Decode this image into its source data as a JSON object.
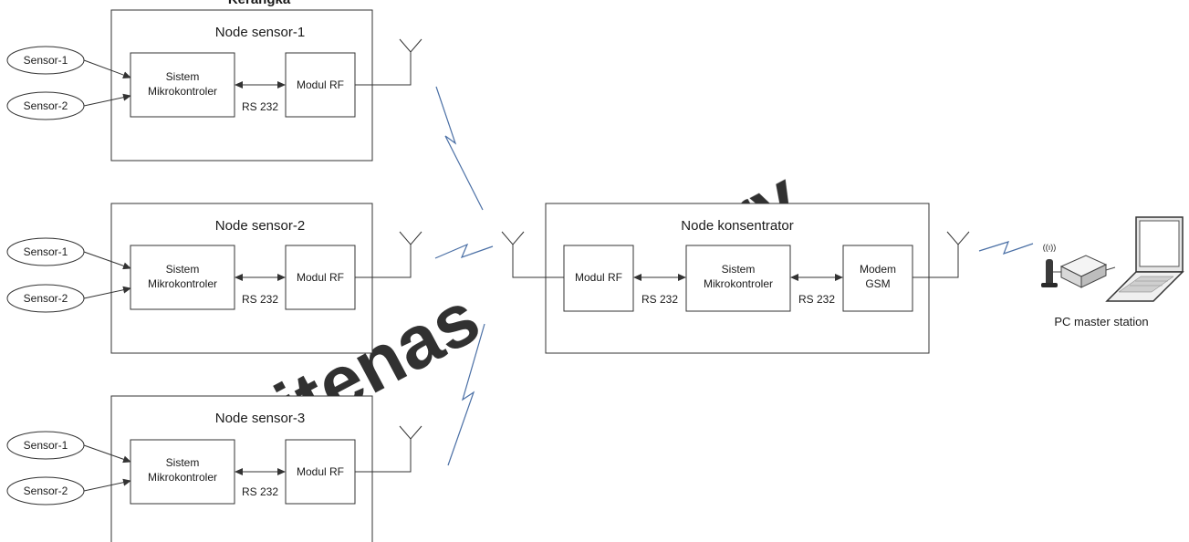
{
  "header_fragment": "Kerangka",
  "nodes": [
    {
      "title": "Node sensor-1",
      "sensor_a": "Sensor-1",
      "sensor_b": "Sensor-2",
      "mcu_line1": "Sistem",
      "mcu_line2": "Mikrokontroler",
      "rf": "Modul RF",
      "link": "RS 232"
    },
    {
      "title": "Node sensor-2",
      "sensor_a": "Sensor-1",
      "sensor_b": "Sensor-2",
      "mcu_line1": "Sistem",
      "mcu_line2": "Mikrokontroler",
      "rf": "Modul RF",
      "link": "RS 232"
    },
    {
      "title": "Node sensor-3",
      "sensor_a": "Sensor-1",
      "sensor_b": "Sensor-2",
      "mcu_line1": "Sistem",
      "mcu_line2": "Mikrokontroler",
      "rf": "Modul RF",
      "link": "RS 232"
    }
  ],
  "concentrator": {
    "title": "Node konsentrator",
    "rf": "Modul RF",
    "mcu_line1": "Sistem",
    "mcu_line2": "Mikrokontroler",
    "modem_line1": "Modem",
    "modem_line2": "GSM",
    "link_rf_mcu": "RS 232",
    "link_mcu_modem": "RS 232"
  },
  "master": {
    "label": "PC master station",
    "wifi_glyph": "((ı))"
  },
  "watermark": {
    "word1": "itenas",
    "word2": "library",
    "color_1": "#d0d0d0",
    "color_2": "#fbd3b5"
  },
  "colors": {
    "line": "#333333",
    "signal": "#4a6fa5"
  }
}
